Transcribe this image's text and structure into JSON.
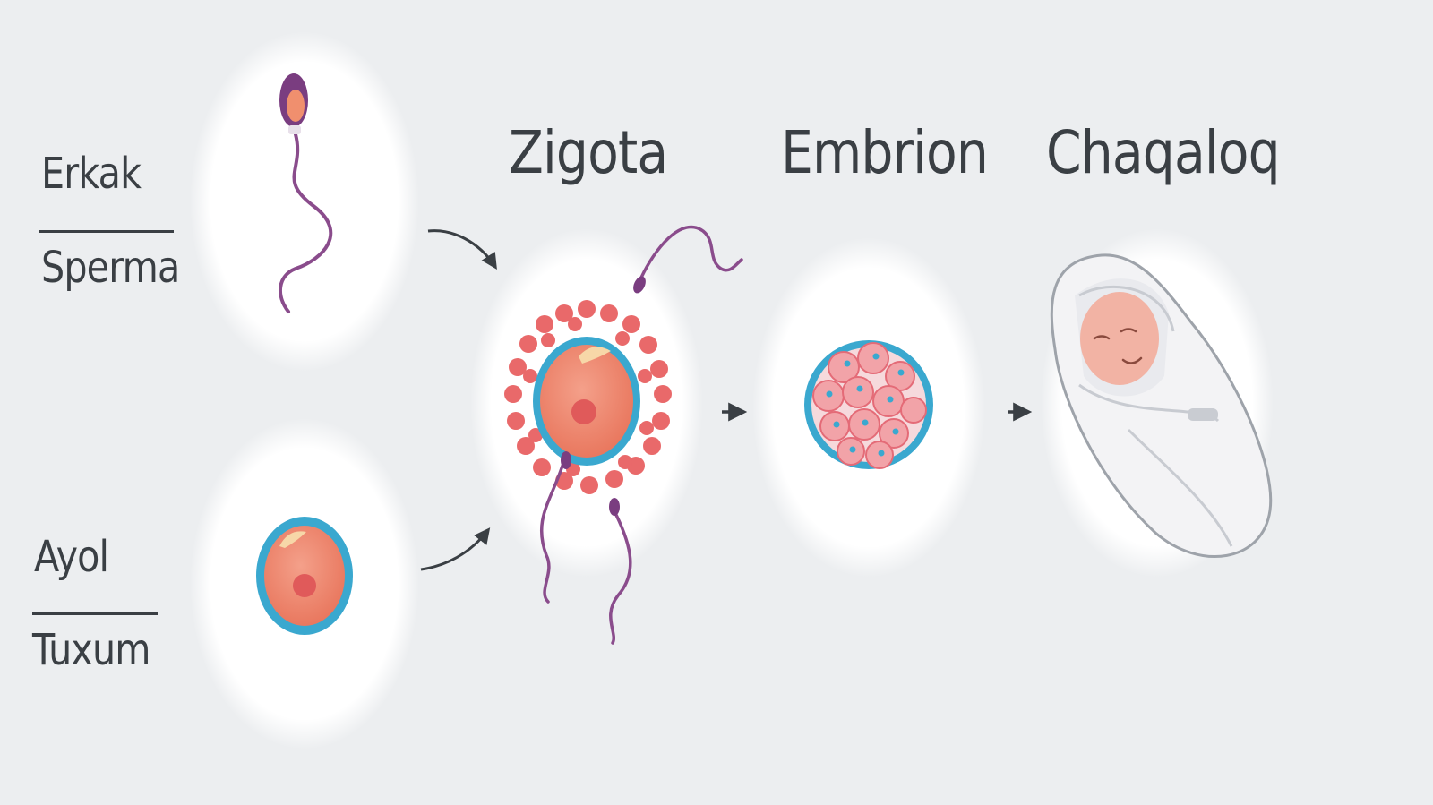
{
  "labels": {
    "male_top": "Erkak",
    "male_bottom": "Sperma",
    "female_top": "Ayol",
    "female_bottom": "Tuxum",
    "zygote": "Zigota",
    "embryo": "Embrion",
    "baby": "Chaqaloq"
  },
  "icons": {
    "sperm": "sperm-icon",
    "egg": "egg-cell-icon",
    "zygote": "fertilized-egg-icon",
    "embryo": "embryo-cell-cluster-icon",
    "baby": "swaddled-baby-icon",
    "arrow": "arrow-right-icon"
  },
  "colors": {
    "background": "#eceef0",
    "circle": "#ffffff",
    "text": "#3a3f44",
    "cell_blue": "#3aa8cf",
    "cell_core": "#ef8a72",
    "nucleus": "#e05a5a",
    "sperm_tail": "#8a4c8c",
    "arrow": "#3a3f44"
  }
}
